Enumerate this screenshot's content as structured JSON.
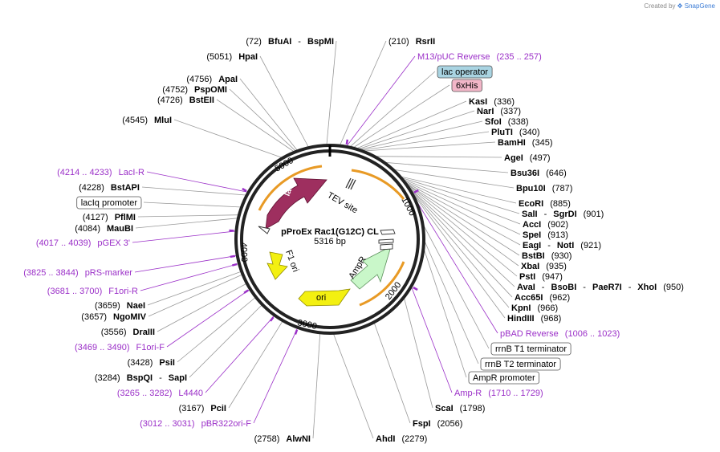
{
  "credit": {
    "prefix": "Created by",
    "brand": "SnapGene"
  },
  "plasmid": {
    "name": "pProEx Rac1(G12C) CL",
    "size": "5316 bp"
  },
  "ticks": [
    "1000",
    "2000",
    "3000",
    "4000",
    "5000"
  ],
  "features": {
    "laci": "lacI",
    "tev": "TEV site",
    "ampr": "AmpR",
    "ori": "ori",
    "f1ori": "F1 ori"
  },
  "right_labels": [
    {
      "pos": "(210)",
      "enzymes": [
        "RsrII"
      ]
    },
    {
      "range": "(235 .. 257)",
      "primer": "M13/pUC Reverse"
    },
    {
      "box": "lac operator",
      "fill": "#a9d4e2"
    },
    {
      "box": "6xHis",
      "fill": "#f2b6c8"
    },
    {
      "enzymes": [
        "KasI"
      ],
      "pos": "(336)"
    },
    {
      "enzymes": [
        "NarI"
      ],
      "pos": "(337)"
    },
    {
      "enzymes": [
        "SfoI"
      ],
      "pos": "(338)"
    },
    {
      "enzymes": [
        "PluTI"
      ],
      "pos": "(340)"
    },
    {
      "enzymes": [
        "BamHI"
      ],
      "pos": "(345)"
    },
    {
      "enzymes": [
        "AgeI"
      ],
      "pos": "(497)"
    },
    {
      "enzymes": [
        "Bsu36I"
      ],
      "pos": "(646)"
    },
    {
      "enzymes": [
        "Bpu10I"
      ],
      "pos": "(787)"
    },
    {
      "enzymes": [
        "EcoRI"
      ],
      "pos": "(885)"
    },
    {
      "enzymes": [
        "SalI",
        "SgrDI"
      ],
      "pos": "(901)"
    },
    {
      "enzymes": [
        "AccI"
      ],
      "pos": "(902)"
    },
    {
      "enzymes": [
        "SpeI"
      ],
      "pos": "(913)"
    },
    {
      "enzymes": [
        "EagI",
        "NotI"
      ],
      "pos": "(921)"
    },
    {
      "enzymes": [
        "BstBI"
      ],
      "pos": "(930)"
    },
    {
      "enzymes": [
        "XbaI"
      ],
      "pos": "(935)"
    },
    {
      "enzymes": [
        "PstI"
      ],
      "pos": "(947)"
    },
    {
      "enzymes": [
        "AvaI",
        "BsoBI",
        "PaeR7I",
        "XhoI"
      ],
      "pos": "(950)"
    },
    {
      "enzymes": [
        "Acc65I"
      ],
      "pos": "(962)"
    },
    {
      "enzymes": [
        "KpnI"
      ],
      "pos": "(966)"
    },
    {
      "enzymes": [
        "HindIII"
      ],
      "pos": "(968)"
    },
    {
      "primer": "pBAD Reverse",
      "range": "(1006 .. 1023)"
    },
    {
      "box": "rrnB T1 terminator",
      "fill": "#ffffff"
    },
    {
      "box": "rrnB T2 terminator",
      "fill": "#ffffff"
    },
    {
      "box": "AmpR promoter",
      "fill": "#ffffff"
    },
    {
      "primer": "Amp-R",
      "range": "(1710 .. 1729)"
    },
    {
      "enzymes": [
        "ScaI"
      ],
      "pos": "(1798)"
    },
    {
      "enzymes": [
        "FspI"
      ],
      "pos": "(2056)"
    },
    {
      "enzymes": [
        "AhdI"
      ],
      "pos": "(2279)"
    }
  ],
  "left_labels": [
    {
      "pos": "(72)",
      "enzymes": [
        "BfuAI",
        "BspMI"
      ]
    },
    {
      "pos": "(5051)",
      "enzymes": [
        "HpaI"
      ]
    },
    {
      "pos": "(4756)",
      "enzymes": [
        "ApaI"
      ]
    },
    {
      "pos": "(4752)",
      "enzymes": [
        "PspOMI"
      ]
    },
    {
      "pos": "(4726)",
      "enzymes": [
        "BstEII"
      ]
    },
    {
      "pos": "(4545)",
      "enzymes": [
        "MluI"
      ]
    },
    {
      "range": "(4214 .. 4233)",
      "primer": "LacI-R"
    },
    {
      "pos": "(4228)",
      "enzymes": [
        "BstAPI"
      ]
    },
    {
      "box": "lacIq promoter",
      "fill": "#ffffff"
    },
    {
      "pos": "(4127)",
      "enzymes": [
        "PflMI"
      ]
    },
    {
      "pos": "(4084)",
      "enzymes": [
        "MauBI"
      ]
    },
    {
      "range": "(4017 .. 4039)",
      "primer": "pGEX 3'"
    },
    {
      "range": "(3825 .. 3844)",
      "primer": "pRS-marker"
    },
    {
      "range": "(3681 .. 3700)",
      "primer": "F1ori-R"
    },
    {
      "pos": "(3659)",
      "enzymes": [
        "NaeI"
      ]
    },
    {
      "pos": "(3657)",
      "enzymes": [
        "NgoMIV"
      ]
    },
    {
      "pos": "(3556)",
      "enzymes": [
        "DraIII"
      ]
    },
    {
      "range": "(3469 .. 3490)",
      "primer": "F1ori-F"
    },
    {
      "pos": "(3428)",
      "enzymes": [
        "PsiI"
      ]
    },
    {
      "pos": "(3284)",
      "enzymes": [
        "BspQI",
        "SapI"
      ]
    },
    {
      "range": "(3265 .. 3282)",
      "primer": "L4440"
    },
    {
      "pos": "(3167)",
      "enzymes": [
        "PciI"
      ]
    },
    {
      "range": "(3012 .. 3031)",
      "primer": "pBR322ori-F"
    },
    {
      "pos": "(2758)",
      "enzymes": [
        "AlwNI"
      ]
    }
  ]
}
